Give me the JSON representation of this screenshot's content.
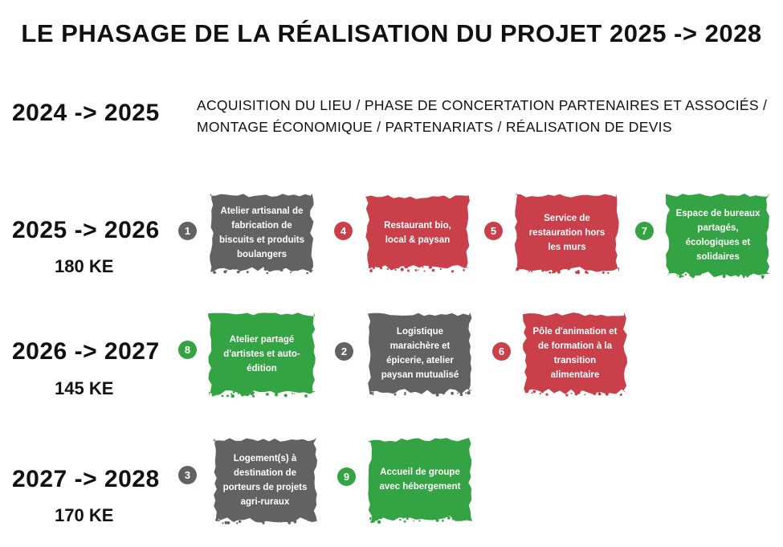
{
  "title": "LE PHASAGE DE LA RÉALISATION DU PROJET  2025 -> 2028",
  "colors": {
    "gray": "#626262",
    "red": "#c9404a",
    "green": "#34a343"
  },
  "intro_phase": {
    "period": "2024 -> 2025",
    "lines": [
      "ACQUISITION DU LIEU / PHASE DE CONCERTATION PARTENAIRES ET ASSOCIÉS /",
      "MONTAGE ÉCONOMIQUE / PARTENARIATS / RÉALISATION DE DEVIS"
    ]
  },
  "phases": [
    {
      "period": "2025 -> 2026",
      "budget": "180 KE",
      "items": [
        {
          "number": "1",
          "color": "gray",
          "label": "Atelier artisanal de fabrication de biscuits et produits boulangers"
        },
        {
          "number": "4",
          "color": "red",
          "label": "Restaurant bio, local & paysan"
        },
        {
          "number": "5",
          "color": "red",
          "label": "Service de restauration hors les murs"
        },
        {
          "number": "7",
          "color": "green",
          "label": "Espace de bureaux partagés, écologiques et solidaires"
        }
      ]
    },
    {
      "period": "2026 -> 2027",
      "budget": "145 KE",
      "items": [
        {
          "number": "8",
          "color": "green",
          "label": "Atelier partagé d'artistes et auto-édition"
        },
        {
          "number": "2",
          "color": "gray",
          "label": "Logistique maraichère et épicerie, atelier paysan mutualisé"
        },
        {
          "number": "6",
          "color": "red",
          "label": "Pôle d'animation et de formation à la transition alimentaire"
        }
      ]
    },
    {
      "period": "2027 -> 2028",
      "budget": "170 KE",
      "items": [
        {
          "number": "3",
          "color": "gray",
          "label": "Logement(s) à destination de porteurs de projets agri-ruraux"
        },
        {
          "number": "9",
          "color": "green",
          "label": "Accueil de groupe avec hébergement"
        }
      ]
    }
  ]
}
